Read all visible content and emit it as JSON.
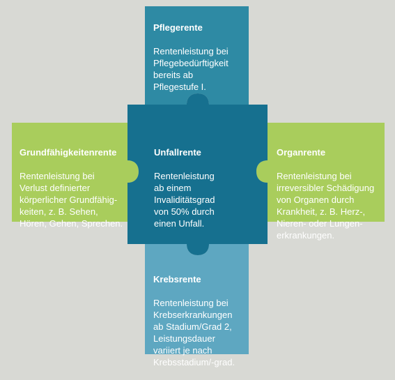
{
  "colors": {
    "background": "#d8d9d4",
    "top": "#2e8aa4",
    "left": "#a9cd5c",
    "right": "#a9cd5c",
    "bottom": "#5ea7c1",
    "center": "#16708f"
  },
  "pieces": {
    "top": {
      "title": "Pflegerente",
      "desc": "Rentenleistung bei\nPflegebedürftigkeit\nbereits ab\nPflegestufe I."
    },
    "left": {
      "title": "Grundfähigkeitenrente",
      "desc": "Rentenleistung bei\nVerlust definierter\nkörperlicher Grundfähig-\nkeiten, z. B. Sehen,\nHören, Gehen, Sprechen."
    },
    "center": {
      "title": "Unfallrente",
      "desc": "Rentenleistung\nab einem\nInvaliditätsgrad\nvon 50% durch\neinen Unfall."
    },
    "right": {
      "title": "Organrente",
      "desc": "Rentenleistung bei\nirreversibler Schädigung\nvon Organen durch\nKrankheit, z. B. Herz-,\nNieren- oder Lungen-\nerkrankungen."
    },
    "bottom": {
      "title": "Krebsrente",
      "desc": "Rentenleistung bei\nKrebserkrankungen\nab Stadium/Grad 2,\nLeistungsdauer\nvariiert je nach\nKrebsstadium/-grad."
    }
  }
}
